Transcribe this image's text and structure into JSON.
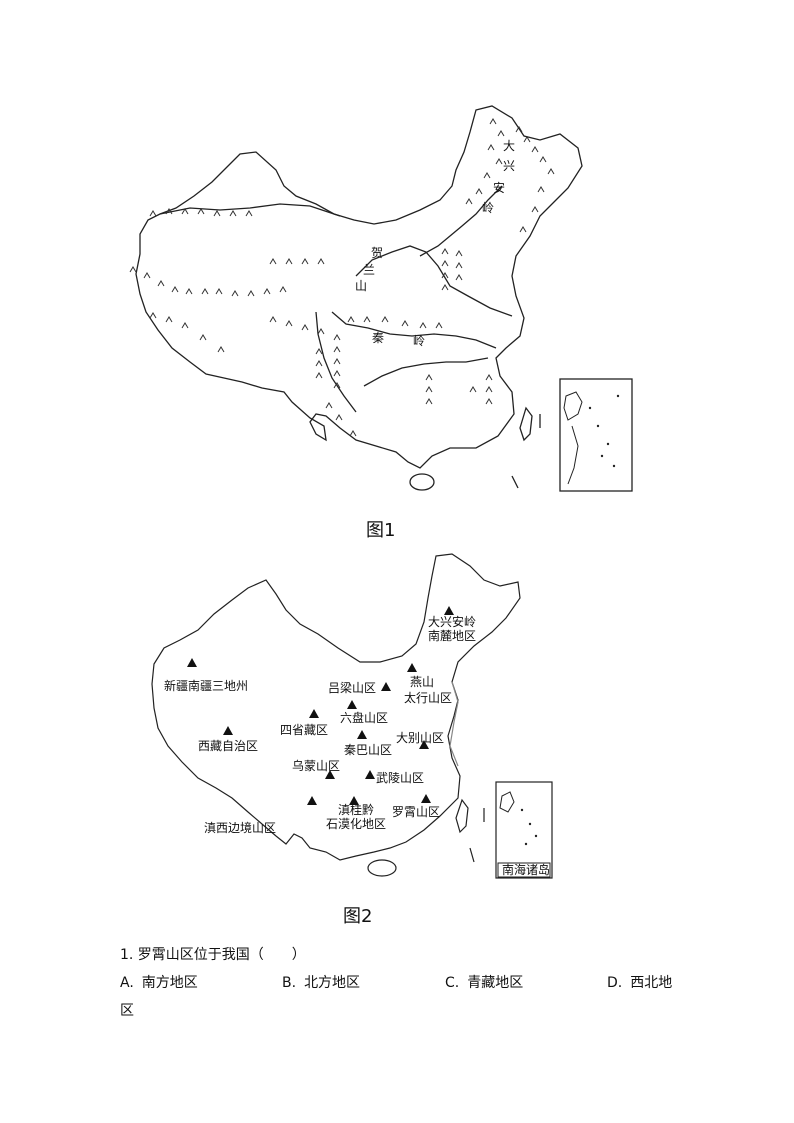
{
  "figure1": {
    "caption": "图1",
    "labels": {
      "daxinganling": [
        "大",
        "兴",
        "安",
        "岭"
      ],
      "helanshan": [
        "贺",
        "兰",
        "山"
      ],
      "qinling": [
        "秦",
        "岭"
      ]
    }
  },
  "figure2": {
    "caption": "图2",
    "labels": {
      "daxinganling": [
        "大兴安岭",
        "南麓地区"
      ],
      "xinjiang": "新疆南疆三地州",
      "lvliang": "吕梁山区",
      "yanshan": [
        "燕山",
        "太行山区"
      ],
      "sisheng": "四省藏区",
      "liupan": "六盘山区",
      "xizang": "西藏自治区",
      "dabie": "大别山区",
      "qinba": "秦巴山区",
      "wumeng": "乌蒙山区",
      "wuling": "武陵山区",
      "dianguiqian": [
        "滇桂黔",
        "石漠化地区"
      ],
      "luoxiao": "罗霄山区",
      "dianxi": "滇西边境山区",
      "nanhai": "南海诸岛"
    }
  },
  "question": {
    "stem": "1. 罗霄山区位于我国（　　）",
    "options": [
      {
        "letter": "A.",
        "text": "南方地区"
      },
      {
        "letter": "B.",
        "text": "北方地区"
      },
      {
        "letter": "C.",
        "text": "青藏地区"
      },
      {
        "letter": "D.",
        "text": "西北地"
      }
    ],
    "wrap": "区"
  }
}
